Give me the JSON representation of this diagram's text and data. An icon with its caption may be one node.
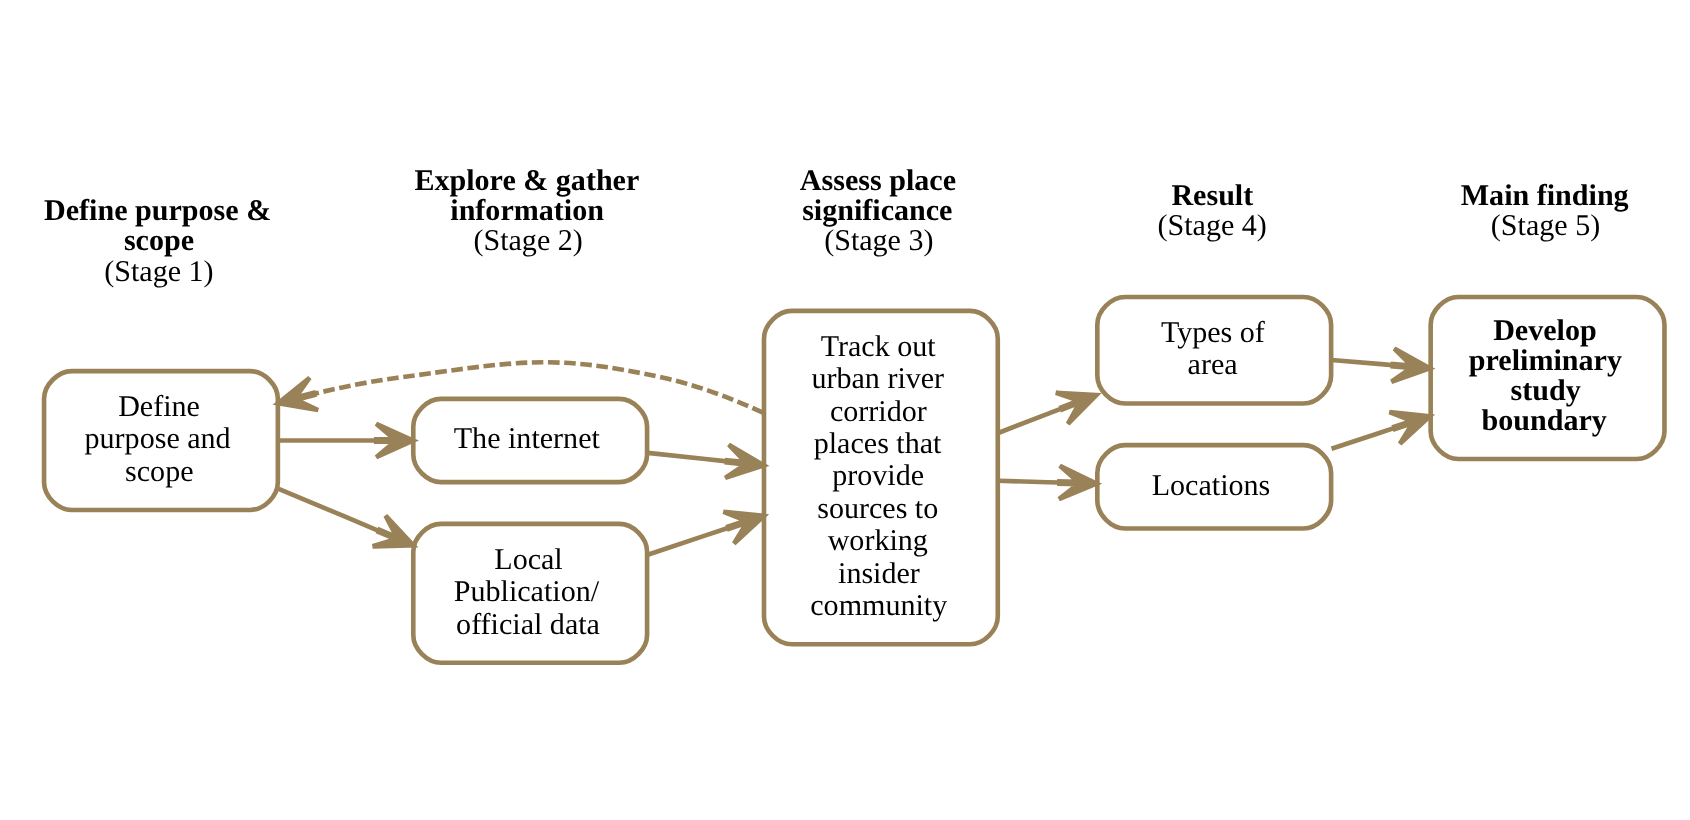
{
  "diagram": {
    "nodes": [
      {
        "text": [
          "Define purpose and scope"
        ]
      },
      {
        "text": [
          "The internet"
        ]
      },
      {
        "text": [
          "Local Publication/ official data"
        ]
      },
      {
        "text": [
          "Track out urban river corridor places that provide sources to working insider community"
        ]
      },
      {
        "text": [
          "Locations"
        ]
      },
      {
        "text": [
          "Types of area"
        ]
      },
      {
        "text": [
          "Develop preliminary study boundary"
        ]
      }
    ],
    "edges": [
      {
        "from": 0,
        "to": 1,
        "arrow": "to"
      },
      {
        "from": 0,
        "to": 2,
        "arrow": "to"
      },
      {
        "from": 1,
        "to": 3,
        "arrow": "to"
      },
      {
        "from": 2,
        "to": 3,
        "arrow": "to"
      },
      {
        "from": 3,
        "to": 4,
        "arrow": "to"
      },
      {
        "from": 3,
        "to": 5,
        "arrow": "to"
      },
      {
        "from": 4,
        "to": 6,
        "arrow": "to"
      },
      {
        "from": 5,
        "to": 6,
        "arrow": "to"
      },
      {
        "from": 3,
        "to": 0,
        "arrow": "to",
        "style": "dashed"
      }
    ],
    "labels": [
      "Define purpose & scope",
      "(Stage 1)",
      "Explore & gather information",
      "(Stage 2)",
      "Assess place significance",
      "(Stage 3)",
      "Result",
      "(Stage 4)",
      "Main finding",
      "(Stage 5)"
    ]
  }
}
